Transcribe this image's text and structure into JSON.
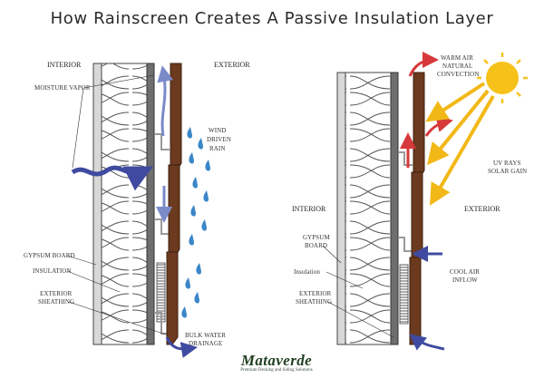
{
  "title": "How Rainscreen Creates A Passive Insulation Layer",
  "left_panel": {
    "interior": "INTERIOR",
    "exterior": "EXTERIOR",
    "moisture_vapor": "MOISTURE VAPOR",
    "wind_driven_rain": [
      "WIND",
      "DRIVEN",
      "RAIN"
    ],
    "gypsum_board": "GYPSUM BOARD",
    "insulation": "INSULATION",
    "exterior_sheathing": [
      "EXTERIOR",
      "SHEATHING"
    ],
    "bulk_water_drainage": [
      "BULK WATER",
      "DRAINAGE"
    ]
  },
  "right_panel": {
    "interior": "INTERIOR",
    "exterior": "EXTERIOR",
    "warm_air": [
      "WARM AIR",
      "NATURAL",
      "CONVECTION"
    ],
    "uv_rays": [
      "UV RAYS",
      "SOLAR GAIN"
    ],
    "gypsum_board": [
      "GYPSUM",
      "BOARD"
    ],
    "insulation": "Insulation",
    "exterior_sheathing": [
      "EXTERIOR",
      "SHEATHING"
    ],
    "cool_air": [
      "COOL AIR",
      "INFLOW"
    ]
  },
  "logo": {
    "name": "Mataverde",
    "tagline": "Premium Decking and Siding Solutions"
  },
  "colors": {
    "siding": "#6b3a1f",
    "arrow_blue": "#3f4aa0",
    "arrow_red": "#d7383a",
    "rain": "#3a86c8",
    "sun": "#f6c21a"
  }
}
